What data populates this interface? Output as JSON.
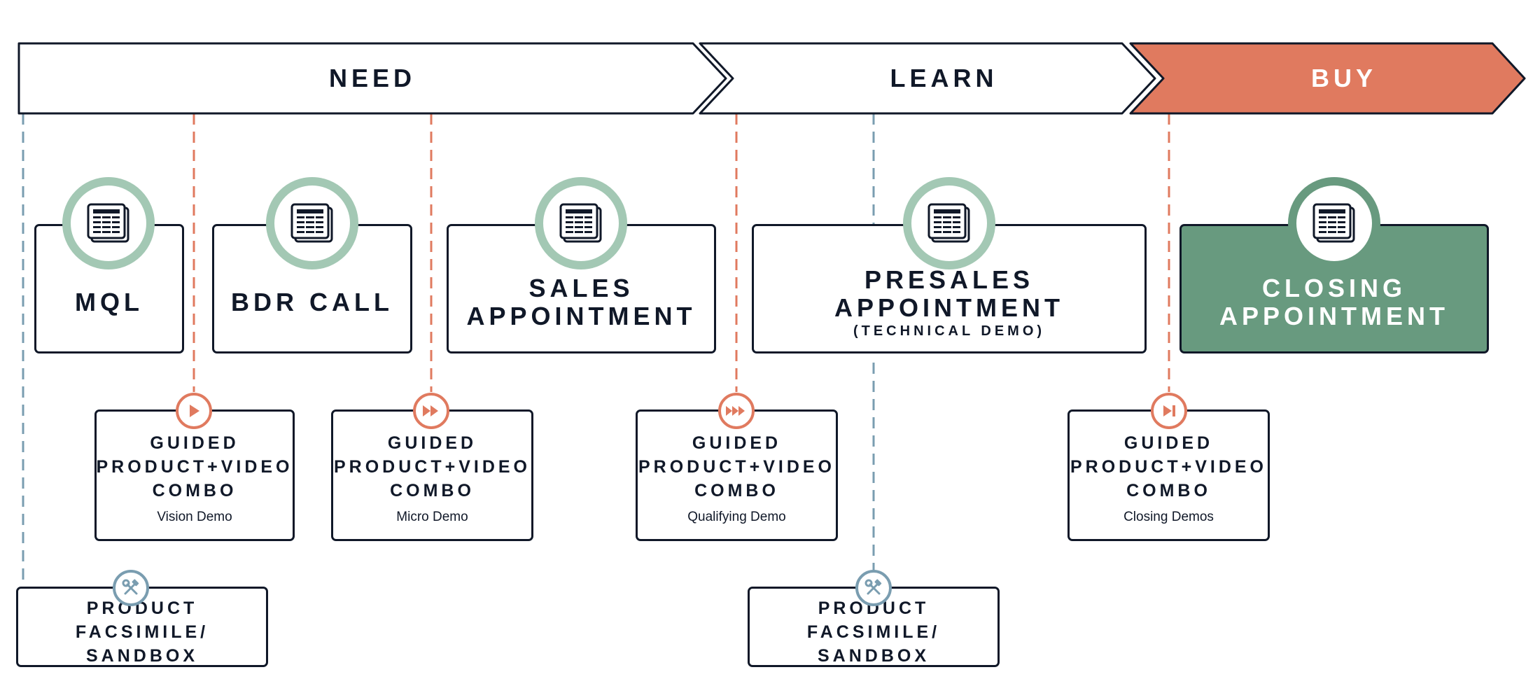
{
  "phases": [
    {
      "label": "NEED"
    },
    {
      "label": "LEARN"
    },
    {
      "label": "BUY"
    }
  ],
  "stages": [
    {
      "title": "MQL",
      "subtitle": "",
      "icon": "document-icon"
    },
    {
      "title": "BDR CALL",
      "subtitle": "",
      "icon": "document-icon"
    },
    {
      "title": "SALES\nAPPOINTMENT",
      "subtitle": "",
      "icon": "document-icon"
    },
    {
      "title": "PRESALES APPOINTMENT",
      "subtitle": "(TECHNICAL DEMO)",
      "icon": "document-icon"
    },
    {
      "title": "CLOSING\nAPPOINTMENT",
      "subtitle": "",
      "icon": "document-icon"
    }
  ],
  "assets": [
    {
      "title": "GUIDED\nPRODUCT+VIDEO\nCOMBO",
      "subtitle": "Vision Demo",
      "icon": "play-icon"
    },
    {
      "title": "GUIDED\nPRODUCT+VIDEO\nCOMBO",
      "subtitle": "Micro Demo",
      "icon": "fast-forward-icon"
    },
    {
      "title": "GUIDED\nPRODUCT+VIDEO\nCOMBO",
      "subtitle": "Qualifying Demo",
      "icon": "triple-forward-icon"
    },
    {
      "title": "GUIDED\nPRODUCT+VIDEO\nCOMBO",
      "subtitle": "Closing Demos",
      "icon": "skip-forward-icon"
    }
  ],
  "sandboxes": [
    {
      "title": "PRODUCT\nFACSIMILE/ SANDBOX",
      "icon": "tools-icon"
    },
    {
      "title": "PRODUCT\nFACSIMILE/ SANDBOX",
      "icon": "tools-icon"
    }
  ],
  "colors": {
    "ink": "#101828",
    "accent_orange": "#e07a5f",
    "accent_green": "#689a7f",
    "light_green": "#a3c8b4",
    "slate_blue": "#7a9db0"
  }
}
